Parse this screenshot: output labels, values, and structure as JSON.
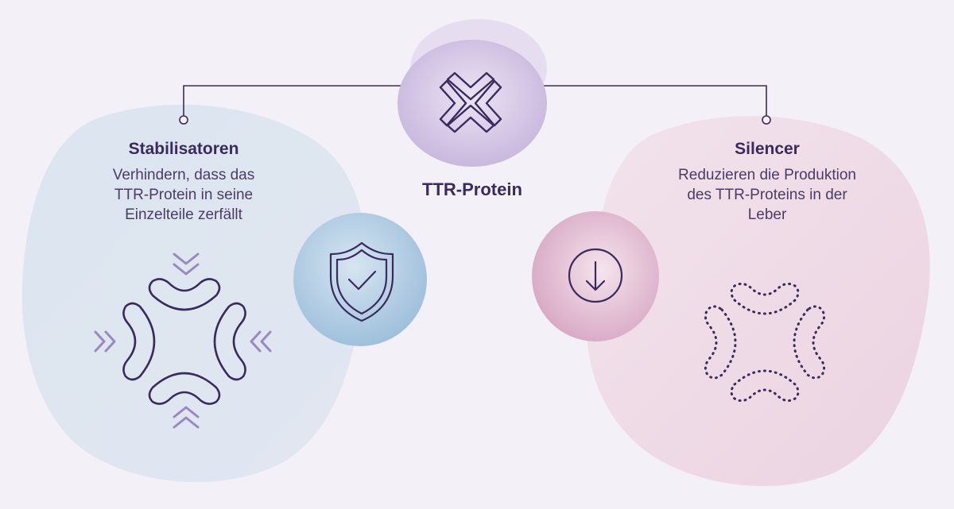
{
  "center": {
    "label": "TTR-Protein",
    "icon": "ttr-protein-icon"
  },
  "left": {
    "title": "Stabilisatoren",
    "description_lines": [
      "Verhindern, dass das",
      "TTR-Protein in seine",
      "Einzelteile zerfällt"
    ],
    "badge_icon": "shield-check-icon",
    "illustration_icon": "stabilized-protein-icon"
  },
  "right": {
    "title": "Silencer",
    "description_lines": [
      "Reduzieren die Produktion",
      "des TTR-Proteins in der",
      "Leber"
    ],
    "badge_icon": "arrow-down-circle-icon",
    "illustration_icon": "dissolving-protein-icon"
  },
  "colors": {
    "background": "#f3f0f7",
    "left_blob": "#dce5f0",
    "right_blob": "#f1dde7",
    "center_circle": "#d9cde8",
    "blue_badge": "#b2cde2",
    "pink_badge": "#e5bed3",
    "ink": "#3a2a5e",
    "chevron": "#9a88c0"
  }
}
